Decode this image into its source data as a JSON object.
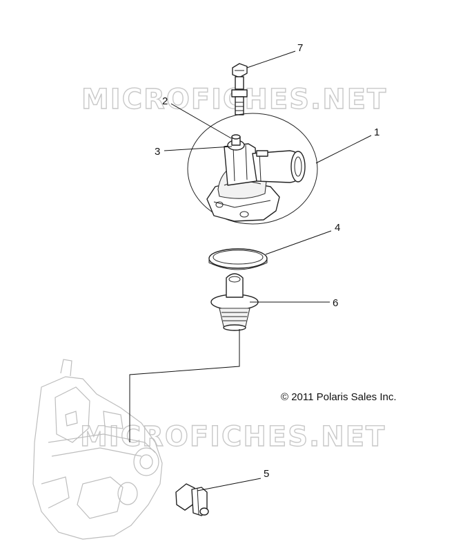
{
  "watermark": "MICROFICHES.NET",
  "copyright": "© 2011 Polaris Sales Inc.",
  "callouts": {
    "c1": "1",
    "c2": "2",
    "c3": "3",
    "c4": "4",
    "c5": "5",
    "c6": "6",
    "c7": "7"
  }
}
